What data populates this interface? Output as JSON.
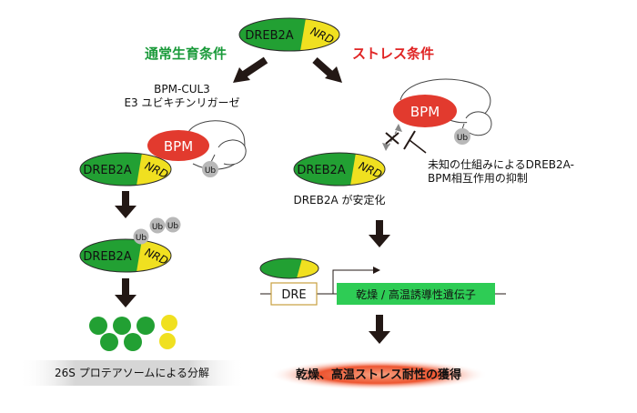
{
  "top": {
    "protein_name": "DREB2A",
    "domain_name": "NRD"
  },
  "left_path": {
    "condition_label": "通常生育条件",
    "ligase_line1": "BPM-CUL3",
    "ligase_line2": "E3 ユビキチンリガーゼ",
    "bpm_label": "BPM",
    "ub_label": "Ub",
    "complex_protein_name": "DREB2A",
    "complex_domain_name": "NRD",
    "ubq_protein_name": "DREB2A",
    "ubq_domain_name": "NRD",
    "ub_tags": [
      "Ub",
      "Ub",
      "Ub"
    ],
    "outcome_label": "26S プロテアソームによる分解"
  },
  "right_path": {
    "condition_label": "ストレス条件",
    "bpm_label": "BPM",
    "ub_label": "Ub",
    "inhibition_line1": "未知の仕組みによるDREB2A-",
    "inhibition_line2": "BPM相互作用の抑制",
    "stable_protein_name": "DREB2A",
    "stable_domain_name": "NRD",
    "stable_label": "DREB2A が安定化",
    "promoter_label": "DRE",
    "gene_label": "乾燥 / 高温誘導性遺伝子",
    "outcome_label": "乾燥、高温ストレス耐性の獲得"
  },
  "colors": {
    "dreb2a_green": "#22a033",
    "nrd_yellow": "#f0e020",
    "bpm_red": "#e23a2e",
    "ub_gray": "#b8b8b8",
    "normal_text_green": "#1a9a3a",
    "stress_text_red": "#e02424",
    "arrow_black": "#231815",
    "gene_box_green": "#2ecc55",
    "dre_box_border": "#c8a040"
  }
}
